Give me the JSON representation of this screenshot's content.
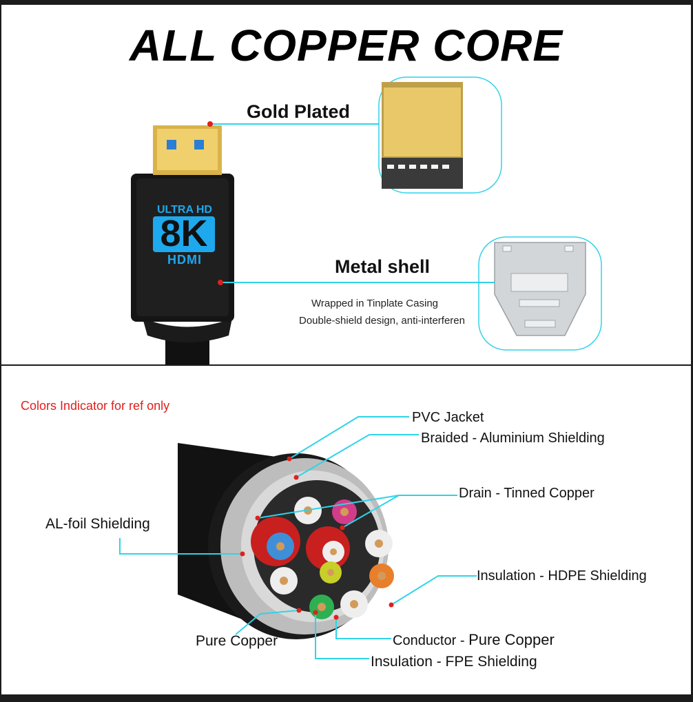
{
  "header": {
    "title": "ALL COPPER CORE"
  },
  "connector": {
    "badge_top": "ULTRA HD",
    "badge_main": "8K",
    "badge_brand": "HDMI",
    "gold_label": "Gold Plated",
    "shell_label": "Metal shell",
    "shell_note_1": "Wrapped in Tinplate Casing",
    "shell_note_2": "Double-shield design, anti-interferen"
  },
  "cross_section": {
    "note": "Colors Indicator for ref only",
    "labels": {
      "pvc": "PVC Jacket",
      "braided": "Braided - Aluminium Shielding",
      "drain": "Drain - Tinned Copper",
      "alfoil": "AL-foil Shielding",
      "hdpe": "Insulation - HDPE Shielding",
      "pure_copper": "Pure Copper",
      "conductor_prefix": "Conductor - ",
      "conductor_value": "Pure Copper",
      "fpe": "Insulation - FPE Shielding"
    }
  },
  "colors": {
    "accent_line": "#2fd3e8",
    "dot": "#e0201b",
    "gold": "#d9b24a",
    "badge_blue": "#1ea8ee"
  }
}
